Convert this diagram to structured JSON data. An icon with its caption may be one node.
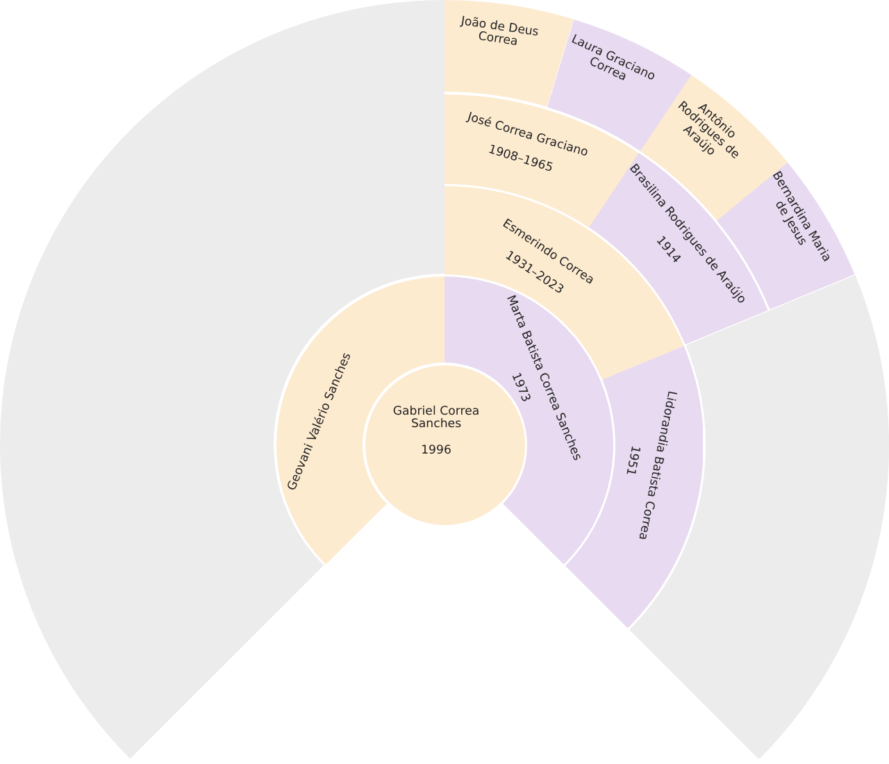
{
  "diagram": {
    "nodes": [
      {
        "text": [
          "Gabriel Correa Sanches",
          "1996"
        ]
      },
      {
        "text": [
          "Geovani Valério Sanches"
        ]
      },
      {
        "text": [
          "Marta Batista Correa Sanches",
          "1973"
        ]
      },
      {
        "text": [
          "Esmerindo Correa",
          "1931–2023"
        ]
      },
      {
        "text": [
          "Lidorandia Batista Correa",
          "1951"
        ]
      },
      {
        "text": [
          "José Correa Graciano",
          "1908–1965"
        ]
      },
      {
        "text": [
          "Brasilina Rodrigues de Araújo",
          "1914"
        ]
      },
      {
        "text": [
          "João de Deus Correa"
        ]
      },
      {
        "text": [
          "Laura Graciano Correa"
        ]
      },
      {
        "text": [
          "Antônio Rodrigues de Araújo"
        ]
      },
      {
        "text": [
          "Bernardina Maria de Jesus"
        ]
      },
      {
        "text": [],
        "shape": "sector"
      },
      {
        "text": [],
        "shape": "sector"
      }
    ]
  }
}
